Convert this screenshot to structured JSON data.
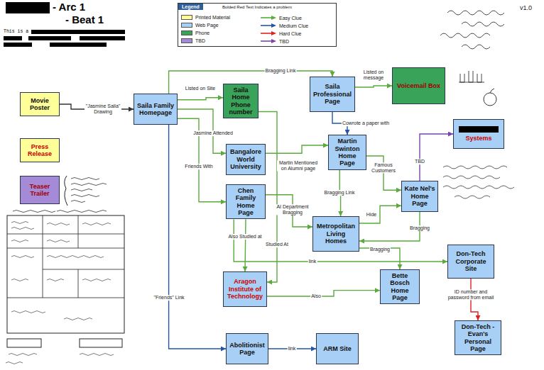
{
  "diagram": {
    "title": "- Arc 1",
    "nodes": [
      {
        "text": [
          "Movie Poster"
        ]
      },
      {
        "text": [
          "Press Release"
        ]
      },
      {
        "text": [
          "Teaser Trailer"
        ]
      },
      {
        "text": [
          "Saila Family Homepage"
        ]
      },
      {
        "text": [
          "Saila Home Phone number"
        ]
      },
      {
        "text": [
          "Bangalore World University"
        ]
      },
      {
        "text": [
          "Chen Family Home Page"
        ]
      },
      {
        "text": [
          "Aragon Institute of Technology"
        ]
      },
      {
        "text": [
          "Saila Professional Page"
        ]
      },
      {
        "text": [
          "Voicemail Box"
        ]
      },
      {
        "text": [
          "Martin Swinton Home Page"
        ]
      },
      {
        "text": [
          "Systems"
        ]
      },
      {
        "text": [
          "Kate Nel's Home Page"
        ]
      },
      {
        "text": [
          "Metropolitan Living Homes"
        ]
      },
      {
        "text": [
          "Don-Tech Corporate Site"
        ]
      },
      {
        "text": [
          "Bette Bosch Home Page"
        ]
      },
      {
        "text": [
          "Don-Tech - Evan's Personal Page"
        ]
      },
      {
        "text": [
          "Abolitionist Page"
        ]
      },
      {
        "text": [
          "ARM Site"
        ]
      }
    ],
    "edges": [
      {
        "from": 0,
        "to": 3,
        "arrow": "to",
        "label": "\"Jasmine Saila\" Drawing"
      },
      {
        "from": 3,
        "to": 4,
        "arrow": "to",
        "label": "Listed on Site"
      },
      {
        "from": 3,
        "to": 5,
        "arrow": "to",
        "label": "Jasmine Attended"
      },
      {
        "from": 3,
        "to": 6,
        "arrow": "to",
        "label": "Friends With"
      },
      {
        "from": 3,
        "to": 8,
        "arrow": "to",
        "label": "Bragging Link"
      },
      {
        "from": 3,
        "to": 17,
        "arrow": "to",
        "label": "\"Friends\" Link"
      },
      {
        "from": 4,
        "to": 7,
        "arrow": "to",
        "label": "Studied At"
      },
      {
        "from": 8,
        "to": 9,
        "arrow": "to",
        "label": "Listed on message"
      },
      {
        "from": 8,
        "to": 10,
        "arrow": "to",
        "label": "Cowrote a paper with"
      },
      {
        "from": 5,
        "to": 10,
        "arrow": "to",
        "label": "Martin Mentioned on Alumni page"
      },
      {
        "from": 6,
        "to": 13,
        "arrow": "to",
        "label": "AI Department Bragging"
      },
      {
        "from": 6,
        "to": 7,
        "arrow": "to",
        "label": "Also Studied at"
      },
      {
        "from": 6,
        "to": 14,
        "arrow": "to",
        "label": "link"
      },
      {
        "from": 10,
        "to": 13,
        "arrow": "to",
        "label": "Bragging Link"
      },
      {
        "from": 10,
        "to": 12,
        "arrow": "to",
        "label": "Famous Customers"
      },
      {
        "from": 13,
        "to": 12,
        "arrow": "to",
        "label": "Hide"
      },
      {
        "from": 12,
        "to": 13,
        "arrow": "to",
        "label": "Bragging"
      },
      {
        "from": 13,
        "to": 15,
        "arrow": "to",
        "label": "Bragging"
      },
      {
        "from": 7,
        "to": 15,
        "arrow": "to",
        "label": "Also"
      },
      {
        "from": 12,
        "to": 11,
        "arrow": "to",
        "label": "TBD"
      },
      {
        "from": 14,
        "to": 16,
        "arrow": "to",
        "label": "ID number and password from email"
      },
      {
        "from": 17,
        "to": 18,
        "arrow": "to",
        "label": "link"
      }
    ],
    "labels": [
      "- Beat 1",
      "This is a",
      "Legend",
      "Bolded Red Text Indicates a problem",
      "v1.0"
    ],
    "legend": [
      {
        "text": "Printed Material",
        "color": "#ffff99"
      },
      {
        "text": "Web Page",
        "color": "#a8cff5"
      },
      {
        "text": "Phone",
        "color": "#3aa35a"
      },
      {
        "text": "TBD",
        "color": "#a58ad8"
      },
      {
        "text": "Easy Clue"
      },
      {
        "text": "Medium Clue"
      },
      {
        "text": "Hard Clue"
      },
      {
        "text": "TBD"
      }
    ]
  }
}
